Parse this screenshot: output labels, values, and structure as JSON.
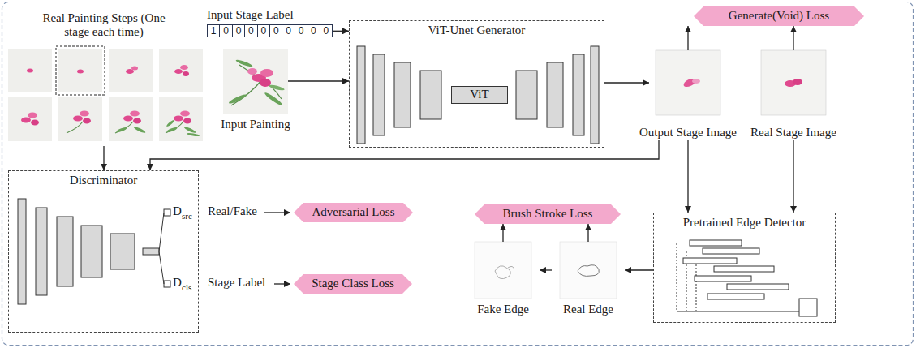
{
  "diagram": {
    "nodes": [
      {
        "text": [
          "Real Painting Steps (One stage each time)"
        ]
      },
      {
        "text": [
          "Input Stage Label",
          "1",
          "0",
          "0",
          "0",
          "0",
          "0",
          "0",
          "0",
          "0",
          "0"
        ]
      },
      {
        "text": [
          "Input Painting"
        ]
      },
      {
        "text": [
          "ViT-Unet Generator"
        ]
      },
      {
        "text": [
          "ViT"
        ],
        "in": 3
      },
      {
        "text": [
          "Generate(Void) Loss"
        ]
      },
      {
        "text": [
          "Output Stage Image"
        ]
      },
      {
        "text": [
          "Real Stage Image"
        ]
      },
      {
        "text": [
          "Discriminator"
        ]
      },
      {
        "text": [
          "Adversarial Loss"
        ]
      },
      {
        "text": [
          "Stage Class Loss"
        ]
      },
      {
        "text": [
          "Brush Stroke Loss"
        ]
      },
      {
        "text": [
          "Pretrained Edge Detector"
        ]
      },
      {
        "text": [
          "Fake Edge"
        ]
      },
      {
        "text": [
          "Real Edge"
        ]
      }
    ],
    "edges": [
      {
        "from": 1,
        "to": 3,
        "arrow": "to"
      },
      {
        "from": 2,
        "to": 3,
        "arrow": "to"
      },
      {
        "from": 3,
        "to": 6,
        "arrow": "to"
      },
      {
        "from": 6,
        "to": 5,
        "arrow": "to"
      },
      {
        "from": 7,
        "to": 5,
        "arrow": "to"
      },
      {
        "from": 0,
        "to": 8,
        "arrow": "to"
      },
      {
        "from": 6,
        "to": 8,
        "arrow": "to"
      },
      {
        "from": 6,
        "to": 12,
        "arrow": "to"
      },
      {
        "from": 7,
        "to": 12,
        "arrow": "to"
      },
      {
        "from": 12,
        "to": 14,
        "arrow": "to"
      },
      {
        "from": 14,
        "to": 13,
        "arrow": "to"
      },
      {
        "from": 13,
        "to": 11,
        "arrow": "to"
      },
      {
        "from": 14,
        "to": 11,
        "arrow": "to"
      }
    ],
    "labels": [
      "Real/Fake",
      "Stage Label",
      "D",
      "src",
      "D",
      "cls"
    ]
  }
}
